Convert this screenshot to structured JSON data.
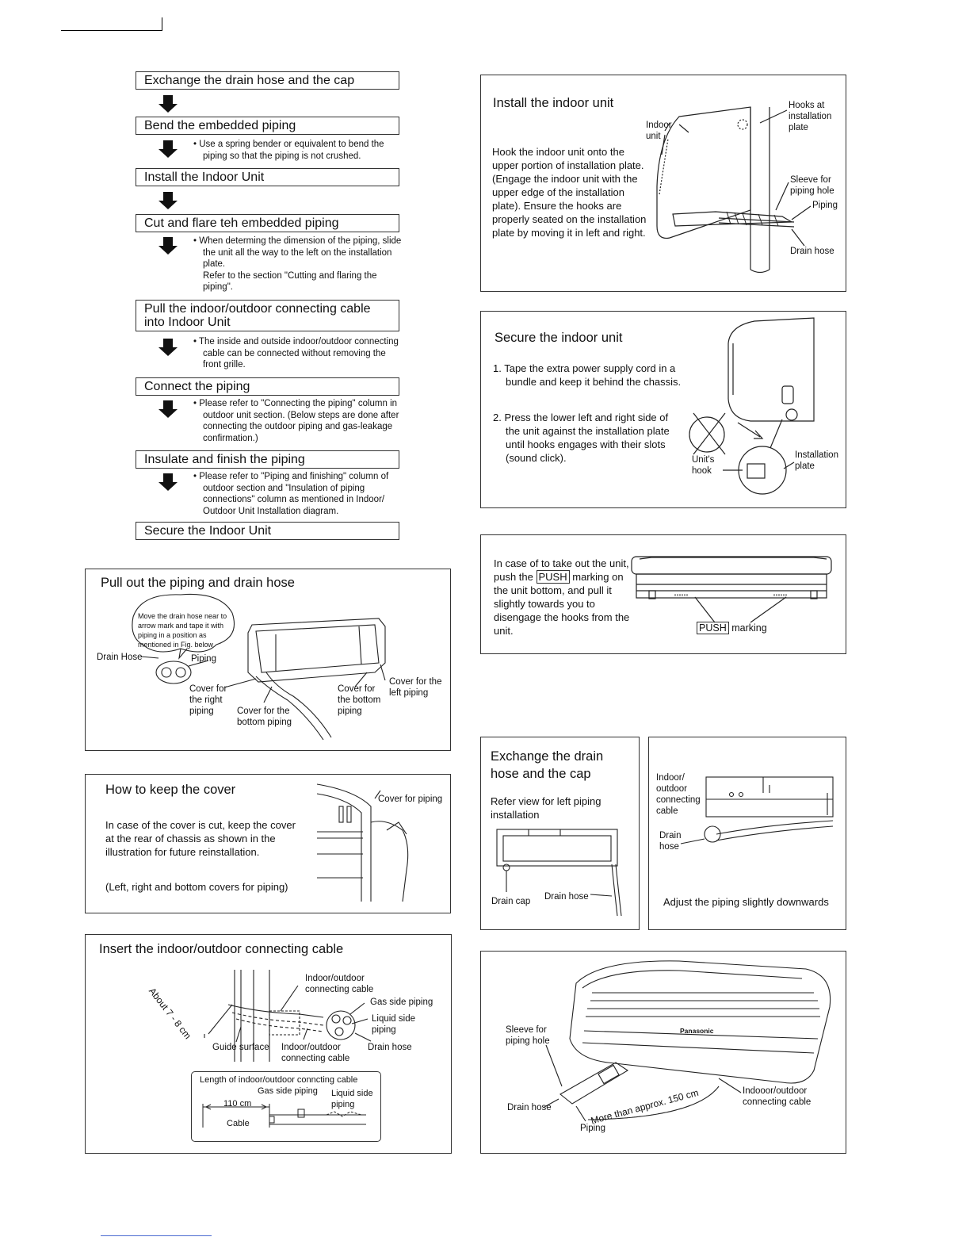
{
  "flowchart": {
    "steps": [
      "Exchange the drain hose and the cap",
      "Bend the embedded piping",
      "Install the Indoor Unit",
      "Cut and flare teh embedded piping",
      "Pull the indoor/outdoor connecting cable into Indoor Unit",
      "Connect the piping",
      "Insulate and finish the piping",
      "Secure the Indoor Unit"
    ],
    "notes": {
      "bend": "• Use a spring bender or equivalent to bend the piping so that the piping is not crushed.",
      "cut": "• When determing the dimension of the piping, slide the unit all the way to the left on the installation plate.",
      "cut_ref": "Refer to the section \"Cutting and flaring the piping\".",
      "pull": "• The inside and outside indoor/outdoor connecting cable can be connected without removing the front grille.",
      "connect": "• Please refer to \"Connecting the piping\" column in outdoor unit section. (Below steps are done after connecting the outdoor piping and gas-leakage confirmation.)",
      "insulate": "• Please refer to \"Piping and finishing\" column of outdoor section and \"Insulation of piping connections\" column as mentioned in Indoor/ Outdoor Unit Installation diagram."
    }
  },
  "install": {
    "title": "Install the indoor unit",
    "text": "Hook the indoor unit onto the upper portion of installation plate. (Engage the indoor unit with the upper edge of the installation plate). Ensure the hooks are properly seated on the installation plate by moving it in left and right.",
    "labels": {
      "indoor_unit": "Indoor unit",
      "hooks": "Hooks at installation plate",
      "sleeve": "Sleeve for piping hole",
      "piping": "Piping",
      "drain": "Drain hose"
    }
  },
  "secure": {
    "title": "Secure the indoor unit",
    "step1": "1. Tape the extra power supply cord in a bundle and keep it behind the chassis.",
    "step2": "2. Press the lower left and right side of the unit against the installation plate until hooks engages with their slots (sound click).",
    "labels": {
      "hook": "Unit's hook",
      "plate": "Installation plate"
    }
  },
  "takeout": {
    "text1": "In case of to take out the unit, push the",
    "push": "PUSH",
    "text2": "marking on the unit bottom, and pull it slightly towards you to disengage the hooks from the unit.",
    "marking": "marking"
  },
  "pullout": {
    "title": "Pull out the piping and drain hose",
    "bubble": "Move the drain hose near to arrow mark and tape it with piping in a position as mentioned in Fig. below",
    "drain_hose": "Drain Hose",
    "piping": "Piping",
    "cover_right": "Cover for the right piping",
    "cover_bottom_pipe": "Cover for the bottom piping",
    "cover_bottom": "Cover for the bottom piping",
    "cover_left": "Cover for the left piping"
  },
  "keepcover": {
    "title": "How to keep the cover",
    "text": "In case of the cover is cut, keep the cover at the rear of chassis as shown in the illustration for future reinstallation.",
    "text2": "(Left, right and bottom covers for piping)",
    "label": "Cover for piping"
  },
  "exchange": {
    "title": "Exchange the drain hose and the cap",
    "text": "Refer view for left piping installation",
    "drain_cap": "Drain cap",
    "drain_hose": "Drain hose"
  },
  "adjust": {
    "cable": "Indoor/ outdoor connecting cable",
    "drain": "Drain hose",
    "caption": "Adjust the piping slightly downwards"
  },
  "insert": {
    "title": "Insert the indoor/outdoor connecting cable",
    "about": "About 7 - 8 cm",
    "cable_top": "Indoor/outdoor connecting cable",
    "gas": "Gas side piping",
    "liquid": "Liquid side piping",
    "guide": "Guide surface",
    "cable_bottom": "Indoor/outdoor connecting cable",
    "drain": "Drain hose",
    "length_title": "Length of indoor/outdoor conncting cable",
    "length_gas": "Gas side piping",
    "length_liquid": "Liquid side piping",
    "length_cm": "110 cm",
    "length_cable": "Cable"
  },
  "final": {
    "sleeve": "Sleeve for piping hole",
    "drain": "Drain hose",
    "piping": "Piping",
    "distance": "More than approx. 150 cm",
    "cable": "Indooor/outdoor connecting cable",
    "brand": "Panasonic"
  }
}
